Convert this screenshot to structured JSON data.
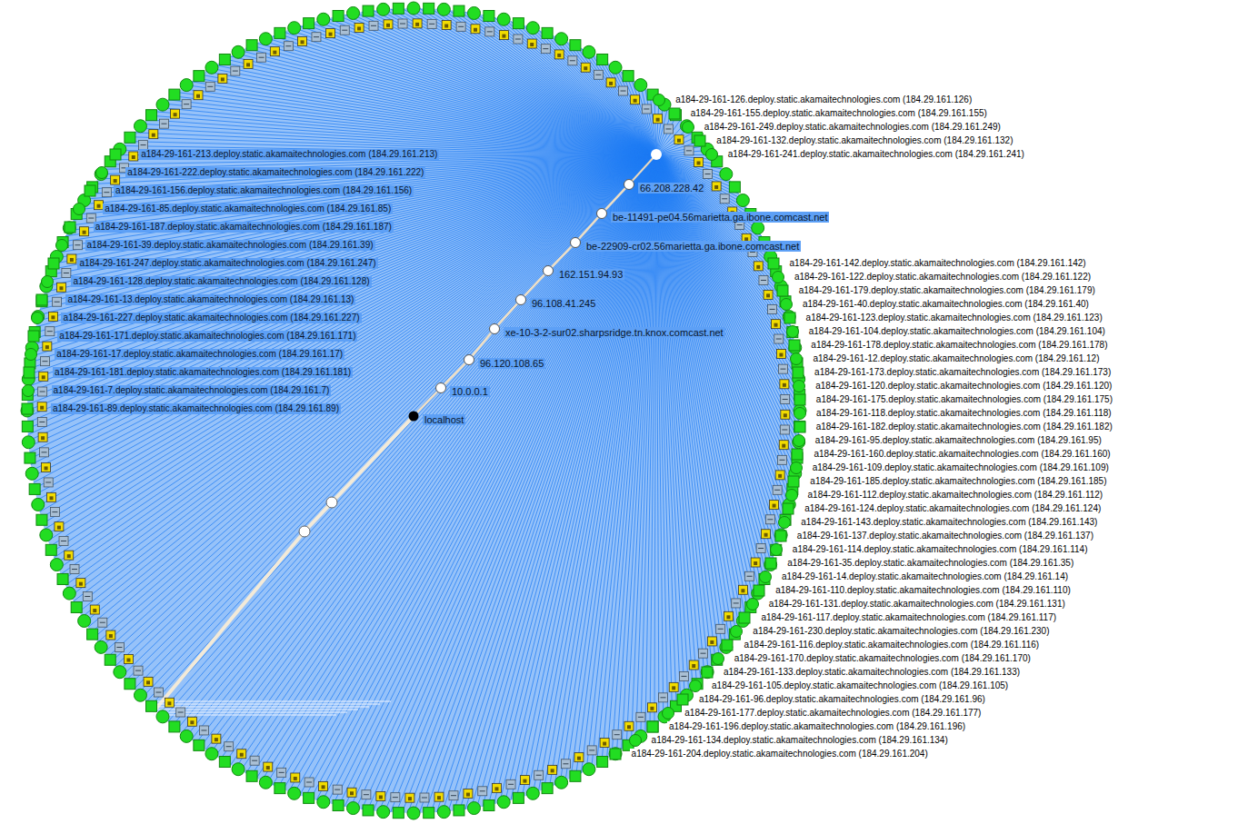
{
  "diagram": {
    "nodes": [
      {
        "text": [
          "localhost"
        ]
      },
      {
        "text": [
          "10.0.0.1"
        ]
      },
      {
        "text": [
          "96.120.108.65"
        ]
      },
      {
        "text": [
          "xe-10-3-2-sur02.sharpsridge.tn.knox.comcast.net"
        ]
      },
      {
        "text": [
          "96.108.41.245"
        ]
      },
      {
        "text": [
          "162.151.94.93"
        ]
      },
      {
        "text": [
          "be-22909-cr02.56marietta.ga.ibone.comcast.net"
        ]
      },
      {
        "text": [
          "be-11491-pe04.56marietta.ga.ibone.comcast.net"
        ]
      },
      {
        "text": [
          "66.208.228.42"
        ]
      },
      {
        "text": [
          "a184-29-161-213.deploy.static.akamaitechnologies.com (184.29.161.213)"
        ]
      },
      {
        "text": [
          "a184-29-161-222.deploy.static.akamaitechnologies.com (184.29.161.222)"
        ]
      },
      {
        "text": [
          "a184-29-161-156.deploy.static.akamaitechnologies.com (184.29.161.156)"
        ]
      },
      {
        "text": [
          "a184-29-161-85.deploy.static.akamaitechnologies.com (184.29.161.85)"
        ]
      },
      {
        "text": [
          "a184-29-161-187.deploy.static.akamaitechnologies.com (184.29.161.187)"
        ]
      },
      {
        "text": [
          "a184-29-161-39.deploy.static.akamaitechnologies.com (184.29.161.39)"
        ]
      },
      {
        "text": [
          "a184-29-161-247.deploy.static.akamaitechnologies.com (184.29.161.247)"
        ]
      },
      {
        "text": [
          "a184-29-161-128.deploy.static.akamaitechnologies.com (184.29.161.128)"
        ]
      },
      {
        "text": [
          "a184-29-161-13.deploy.static.akamaitechnologies.com (184.29.161.13)"
        ]
      },
      {
        "text": [
          "a184-29-161-227.deploy.static.akamaitechnologies.com (184.29.161.227)"
        ]
      },
      {
        "text": [
          "a184-29-161-171.deploy.static.akamaitechnologies.com (184.29.161.171)"
        ]
      },
      {
        "text": [
          "a184-29-161-17.deploy.static.akamaitechnologies.com (184.29.161.17)"
        ]
      },
      {
        "text": [
          "a184-29-161-181.deploy.static.akamaitechnologies.com (184.29.161.181)"
        ]
      },
      {
        "text": [
          "a184-29-161-7.deploy.static.akamaitechnologies.com (184.29.161.7)"
        ]
      },
      {
        "text": [
          "a184-29-161-89.deploy.static.akamaitechnologies.com (184.29.161.89)"
        ]
      },
      {
        "text": [
          "a184-29-161-126.deploy.static.akamaitechnologies.com (184.29.161.126)"
        ]
      },
      {
        "text": [
          "a184-29-161-155.deploy.static.akamaitechnologies.com (184.29.161.155)"
        ]
      },
      {
        "text": [
          "a184-29-161-249.deploy.static.akamaitechnologies.com (184.29.161.249)"
        ]
      },
      {
        "text": [
          "a184-29-161-132.deploy.static.akamaitechnologies.com (184.29.161.132)"
        ]
      },
      {
        "text": [
          "a184-29-161-241.deploy.static.akamaitechnologies.com (184.29.161.241)"
        ]
      },
      {
        "text": [
          "a184-29-161-142.deploy.static.akamaitechnologies.com (184.29.161.142)"
        ]
      },
      {
        "text": [
          "a184-29-161-122.deploy.static.akamaitechnologies.com (184.29.161.122)"
        ]
      },
      {
        "text": [
          "a184-29-161-179.deploy.static.akamaitechnologies.com (184.29.161.179)"
        ]
      },
      {
        "text": [
          "a184-29-161-40.deploy.static.akamaitechnologies.com (184.29.161.40)"
        ]
      },
      {
        "text": [
          "a184-29-161-123.deploy.static.akamaitechnologies.com (184.29.161.123)"
        ]
      },
      {
        "text": [
          "a184-29-161-104.deploy.static.akamaitechnologies.com (184.29.161.104)"
        ]
      },
      {
        "text": [
          "a184-29-161-178.deploy.static.akamaitechnologies.com (184.29.161.178)"
        ]
      },
      {
        "text": [
          "a184-29-161-12.deploy.static.akamaitechnologies.com (184.29.161.12)"
        ]
      },
      {
        "text": [
          "a184-29-161-173.deploy.static.akamaitechnologies.com (184.29.161.173)"
        ]
      },
      {
        "text": [
          "a184-29-161-120.deploy.static.akamaitechnologies.com (184.29.161.120)"
        ]
      },
      {
        "text": [
          "a184-29-161-175.deploy.static.akamaitechnologies.com (184.29.161.175)"
        ]
      },
      {
        "text": [
          "a184-29-161-118.deploy.static.akamaitechnologies.com (184.29.161.118)"
        ]
      },
      {
        "text": [
          "a184-29-161-182.deploy.static.akamaitechnologies.com (184.29.161.182)"
        ]
      },
      {
        "text": [
          "a184-29-161-95.deploy.static.akamaitechnologies.com (184.29.161.95)"
        ]
      },
      {
        "text": [
          "a184-29-161-160.deploy.static.akamaitechnologies.com (184.29.161.160)"
        ]
      },
      {
        "text": [
          "a184-29-161-109.deploy.static.akamaitechnologies.com (184.29.161.109)"
        ]
      },
      {
        "text": [
          "a184-29-161-185.deploy.static.akamaitechnologies.com (184.29.161.185)"
        ]
      },
      {
        "text": [
          "a184-29-161-112.deploy.static.akamaitechnologies.com (184.29.161.112)"
        ]
      },
      {
        "text": [
          "a184-29-161-124.deploy.static.akamaitechnologies.com (184.29.161.124)"
        ]
      },
      {
        "text": [
          "a184-29-161-143.deploy.static.akamaitechnologies.com (184.29.161.143)"
        ]
      },
      {
        "text": [
          "a184-29-161-137.deploy.static.akamaitechnologies.com (184.29.161.137)"
        ]
      },
      {
        "text": [
          "a184-29-161-114.deploy.static.akamaitechnologies.com (184.29.161.114)"
        ]
      },
      {
        "text": [
          "a184-29-161-35.deploy.static.akamaitechnologies.com (184.29.161.35)"
        ]
      },
      {
        "text": [
          "a184-29-161-14.deploy.static.akamaitechnologies.com (184.29.161.14)"
        ]
      },
      {
        "text": [
          "a184-29-161-110.deploy.static.akamaitechnologies.com (184.29.161.110)"
        ]
      },
      {
        "text": [
          "a184-29-161-131.deploy.static.akamaitechnologies.com (184.29.161.131)"
        ]
      },
      {
        "text": [
          "a184-29-161-117.deploy.static.akamaitechnologies.com (184.29.161.117)"
        ]
      },
      {
        "text": [
          "a184-29-161-230.deploy.static.akamaitechnologies.com (184.29.161.230)"
        ]
      },
      {
        "text": [
          "a184-29-161-116.deploy.static.akamaitechnologies.com (184.29.161.116)"
        ]
      },
      {
        "text": [
          "a184-29-161-170.deploy.static.akamaitechnologies.com (184.29.161.170)"
        ]
      },
      {
        "text": [
          "a184-29-161-133.deploy.static.akamaitechnologies.com (184.29.161.133)"
        ]
      },
      {
        "text": [
          "a184-29-161-105.deploy.static.akamaitechnologies.com (184.29.161.105)"
        ]
      },
      {
        "text": [
          "a184-29-161-96.deploy.static.akamaitechnologies.com (184.29.161.96)"
        ]
      },
      {
        "text": [
          "a184-29-161-177.deploy.static.akamaitechnologies.com (184.29.161.177)"
        ]
      },
      {
        "text": [
          "a184-29-161-196.deploy.static.akamaitechnologies.com (184.29.161.196)"
        ]
      },
      {
        "text": [
          "a184-29-161-134.deploy.static.akamaitechnologies.com (184.29.161.134)"
        ]
      },
      {
        "text": [
          "a184-29-161-204.deploy.static.akamaitechnologies.com (184.29.161.204)"
        ]
      }
    ],
    "edges": [
      {
        "from": 0,
        "to": 1,
        "arrow": "none"
      },
      {
        "from": 1,
        "to": 2,
        "arrow": "none"
      },
      {
        "from": 2,
        "to": 3,
        "arrow": "none"
      },
      {
        "from": 3,
        "to": 4,
        "arrow": "none"
      },
      {
        "from": 4,
        "to": 5,
        "arrow": "none"
      },
      {
        "from": 5,
        "to": 6,
        "arrow": "none"
      },
      {
        "from": 6,
        "to": 7,
        "arrow": "none"
      },
      {
        "from": 7,
        "to": 8,
        "arrow": "none"
      }
    ]
  }
}
